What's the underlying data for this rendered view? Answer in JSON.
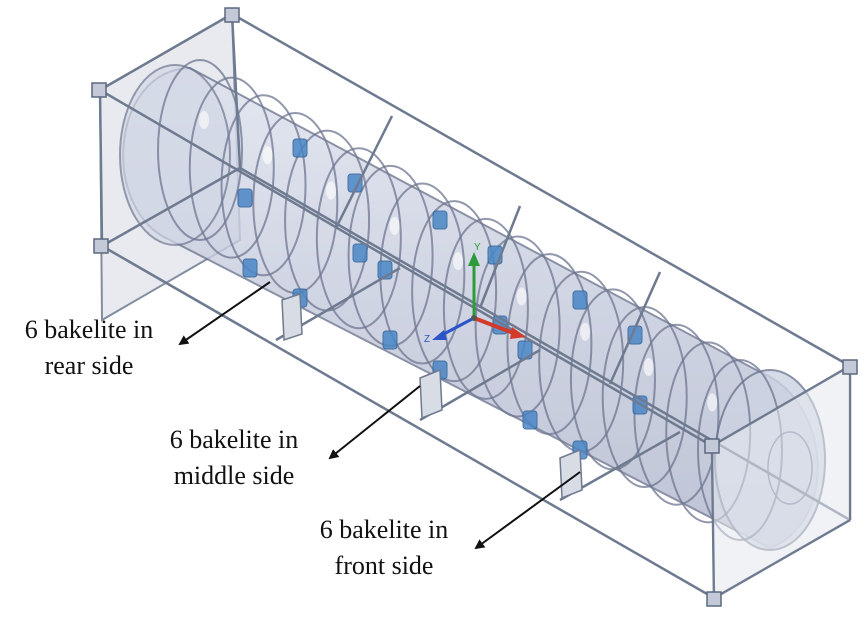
{
  "diagram": {
    "colors": {
      "frame_stroke": "#6e7a90",
      "frame_fill": "#dfe3ea",
      "tank_fill": "#c9cfe0",
      "rib_stroke": "#6d7690",
      "bakelite": "#4a86c6",
      "arrow": "#111111",
      "axis_x": "#d23a2a",
      "axis_y": "#2f9a3a",
      "axis_z": "#2a55c8"
    },
    "axes": {
      "x_label": "",
      "y_label": "Y",
      "z_label": "Z"
    },
    "annotations": [
      {
        "line1": "6 bakelite in",
        "line2": "rear side"
      },
      {
        "line1": "6 bakelite in",
        "line2": "middle side"
      },
      {
        "line1": "6 bakelite in",
        "line2": "front side"
      }
    ],
    "bakelite_groups": [
      {
        "name": "rear",
        "count": 6
      },
      {
        "name": "middle",
        "count": 6
      },
      {
        "name": "front",
        "count": 6
      }
    ],
    "rib_count": 18
  }
}
